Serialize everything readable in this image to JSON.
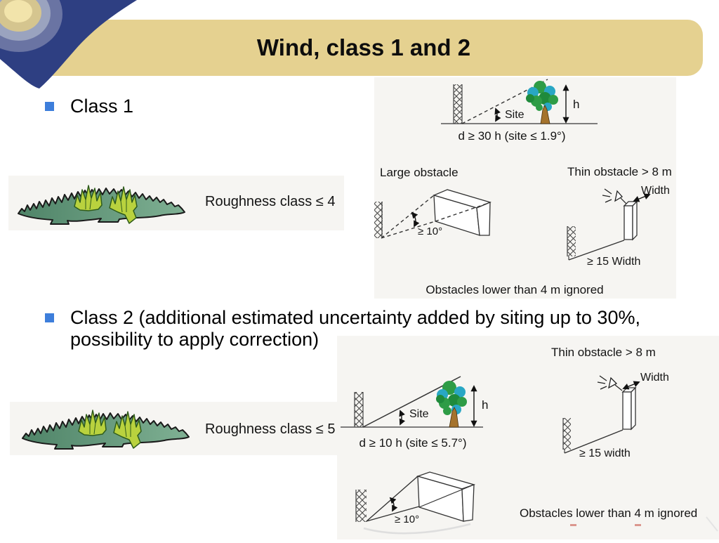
{
  "title": "Wind, class 1 and 2",
  "bullet1": {
    "label": "Class 1"
  },
  "bullet2": {
    "line1": "Class 2 (additional estimated uncertainty added by siting up to 30%,",
    "line2": "possibility to apply correction)"
  },
  "class1": {
    "roughness": "Roughness class ≤ 4",
    "site": {
      "label": "Site",
      "h": "h",
      "caption": "d ≥ 30 h (site ≤ 1.9°)"
    },
    "large_obstacle": {
      "title": "Large obstacle",
      "angle": "≥ 10°"
    },
    "thin_obstacle": {
      "title": "Thin obstacle > 8 m",
      "width": "Width",
      "distance": "≥ 15 Width"
    },
    "note": "Obstacles lower than 4 m ignored"
  },
  "class2": {
    "roughness": "Roughness class ≤ 5",
    "site": {
      "label": "Site",
      "h": "h",
      "caption": "d ≥ 10 h (site ≤ 5.7°)"
    },
    "large_obstacle": {
      "angle": "≥ 10°"
    },
    "thin_obstacle": {
      "title": "Thin obstacle > 8 m",
      "width": "Width",
      "distance": "≥ 15 width"
    },
    "note": "Obstacles lower than 4 m ignored"
  },
  "colors": {
    "title_bar": "#e5d190",
    "bullet": "#3d7edb",
    "swirl_navy": "#2e3f82"
  }
}
